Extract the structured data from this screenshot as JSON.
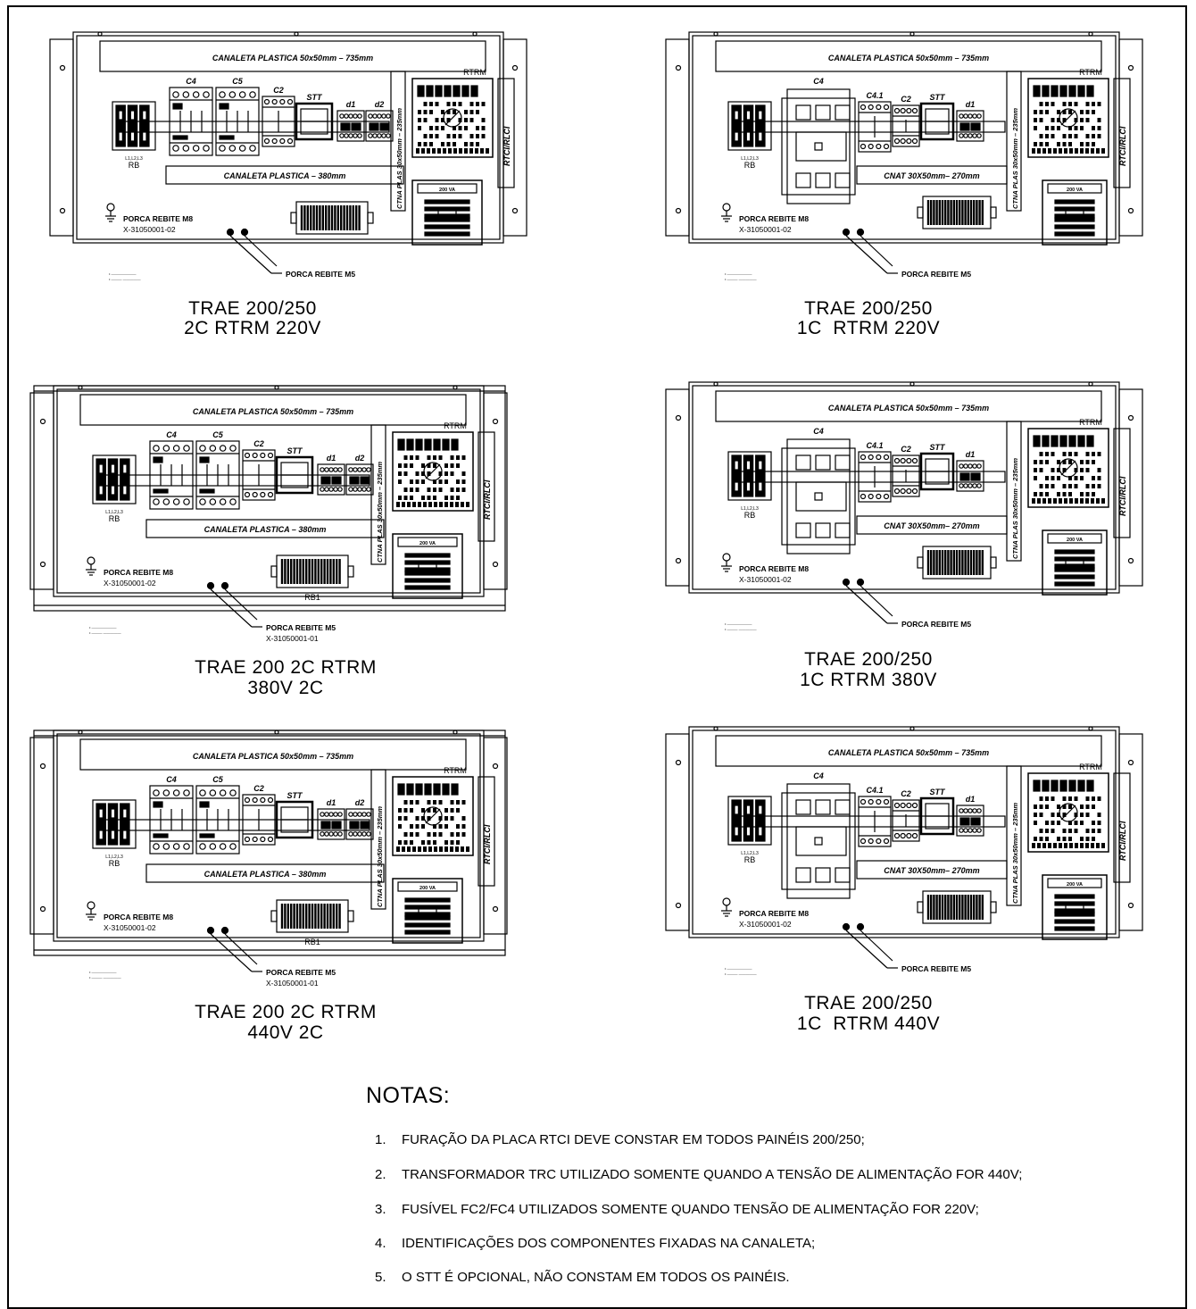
{
  "panel_labels": {
    "canaleta_top": "CANALETA PLASTICA 50x50mm – 735mm",
    "canaleta_bottom": "CANALETA PLASTICA – 380mm",
    "cnat": "CNAT 30X50mm– 270mm",
    "vertical_duct": "CTNA PLAS 30x50mm – 235mm",
    "rtrm": "RTRM",
    "rtci": "RTCI/RLCI",
    "rb": "RB",
    "rb_phases": "L1,L2,L3",
    "rb1": "RB1",
    "transformer_va": "200 VA",
    "porca_m8": "PORCA REBITE M8",
    "part_number_m8": "X-31050001-02",
    "porca_m5": "PORCA REBITE M5",
    "part_number_m5": "X-31050001-01"
  },
  "panels": [
    {
      "id": "p1",
      "title_line1": "TRAE 200/250",
      "title_line2": "2C RTRM 220V",
      "components": [
        "C4",
        "C5",
        "C2",
        "STT",
        "d1",
        "d2"
      ]
    },
    {
      "id": "p2",
      "title_line1": "TRAE 200/250",
      "title_line2": "1C  RTRM 220V",
      "components": [
        "C4",
        "C4.1",
        "C2",
        "STT",
        "d1"
      ]
    },
    {
      "id": "p3",
      "title_line1": "TRAE 200 2C RTRM",
      "title_line2": "380V 2C",
      "components": [
        "C4",
        "C5",
        "C2",
        "STT",
        "d1",
        "d2"
      ]
    },
    {
      "id": "p4",
      "title_line1": "TRAE 200/250",
      "title_line2": "1C RTRM 380V",
      "components": [
        "C4",
        "C4.1",
        "C2",
        "STT",
        "d1"
      ]
    },
    {
      "id": "p5",
      "title_line1": "TRAE 200 2C RTRM",
      "title_line2": "440V 2C",
      "components": [
        "C4",
        "C5",
        "C2",
        "STT",
        "d1",
        "d2"
      ]
    },
    {
      "id": "p6",
      "title_line1": "TRAE 200/250",
      "title_line2": "1C  RTRM 440V",
      "components": [
        "C4",
        "C4.1",
        "C2",
        "STT",
        "d1"
      ]
    }
  ],
  "notes": {
    "heading": "NOTAS:",
    "items": [
      {
        "num": "1.",
        "text": "FURAÇÃO DA PLACA RTCI DEVE CONSTAR EM TODOS PAINÉIS 200/250;"
      },
      {
        "num": "2.",
        "text": "TRANSFORMADOR TRC UTILIZADO SOMENTE QUANDO A TENSÃO DE ALIMENTAÇÃO FOR 440V;"
      },
      {
        "num": "3.",
        "text": "FUSÍVEL FC2/FC4 UTILIZADOS SOMENTE QUANDO TENSÃO DE ALIMENTAÇÃO FOR 220V;"
      },
      {
        "num": "4.",
        "text": "IDENTIFICAÇÕES DOS COMPONENTES FIXADAS NA CANALETA;"
      },
      {
        "num": "5.",
        "text": "O STT É OPCIONAL, NÃO CONSTAM EM TODOS OS PAINÉIS."
      }
    ]
  }
}
